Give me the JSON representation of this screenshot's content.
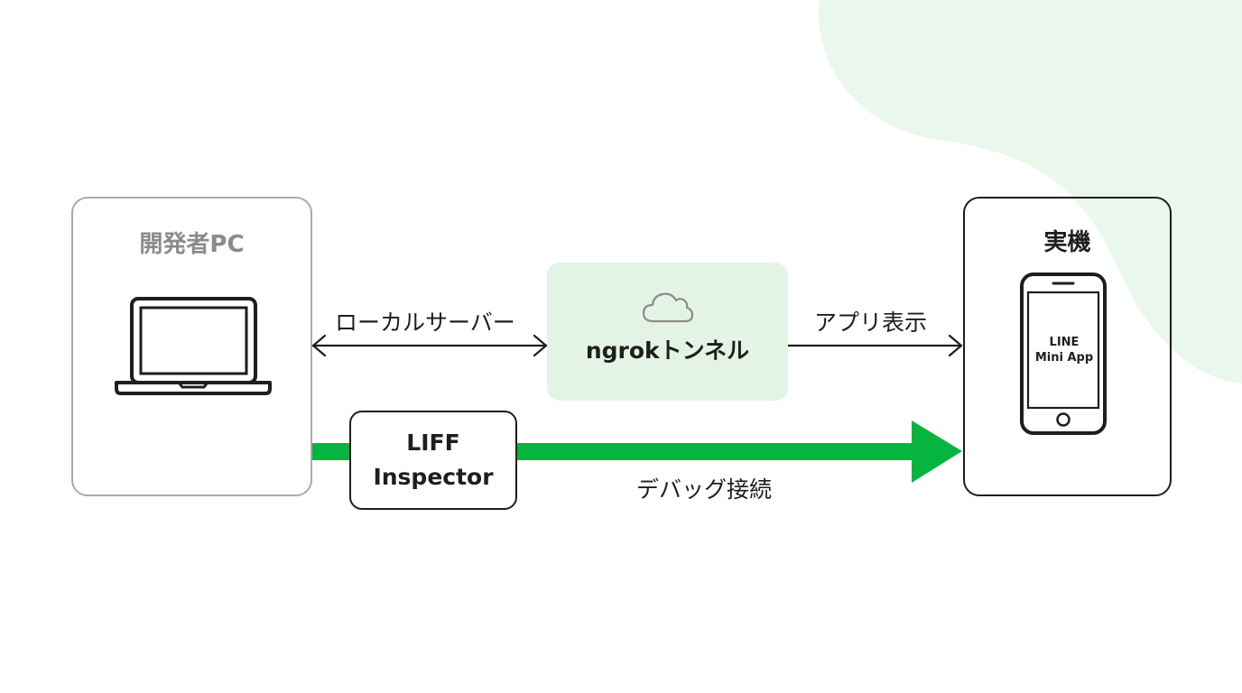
{
  "nodes": {
    "developer_pc": {
      "title": "開発者PC",
      "icon": "laptop-icon"
    },
    "ngrok": {
      "label": "ngrokトンネル",
      "icon": "cloud-icon"
    },
    "liff_inspector": {
      "line1": "LIFF",
      "line2": "Inspector"
    },
    "device": {
      "title": "実機",
      "icon": "smartphone-icon",
      "screen_line1": "LINE",
      "screen_line2": "Mini App"
    }
  },
  "edges": {
    "local_server": "ローカルサーバー",
    "app_display": "アプリ表示",
    "debug_connection": "デバッグ接続"
  },
  "colors": {
    "accent_green": "#06b540",
    "tunnel_fill": "#e3f4e5",
    "background_blob": "#eaf7ec",
    "outline_dark": "#1c1f1d",
    "outline_gray": "#a8aaa9"
  }
}
